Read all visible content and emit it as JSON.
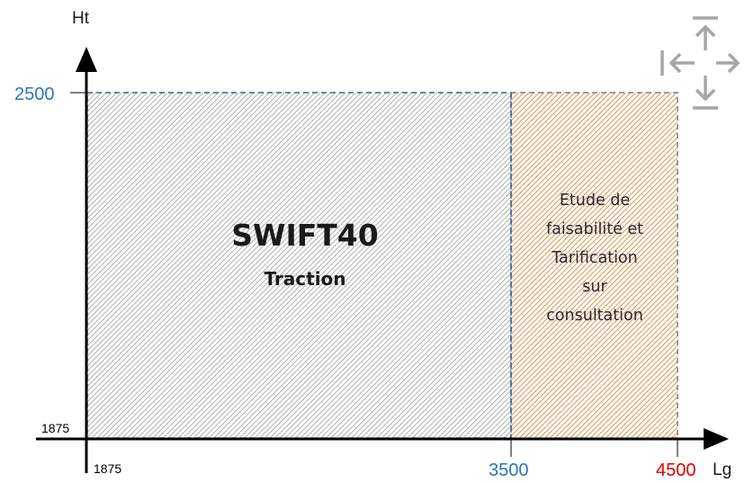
{
  "axes": {
    "y_title": "Ht",
    "x_title": "Lg",
    "y_ticks": [
      {
        "label": "2500",
        "color": "#2e75b6"
      },
      {
        "label": "1875",
        "color": "#000000"
      }
    ],
    "x_ticks": [
      {
        "label": "1875",
        "color": "#000000"
      },
      {
        "label": "3500",
        "color": "#2e75b6"
      },
      {
        "label": "4500",
        "color": "#e00000"
      }
    ]
  },
  "zones": {
    "main": {
      "title": "SWIFT40",
      "subtitle": "Traction",
      "hatch_color": "#9c9c9c",
      "border_color": "#3f5f8f"
    },
    "side": {
      "lines": [
        "Etude de",
        "faisabilité et",
        "Tarification",
        "sur",
        "consultation"
      ],
      "hatch_color": "#d07a2c",
      "border_color": "#7f7f7f"
    }
  },
  "icon": {
    "name": "move-resize-arrows-icon",
    "color": "#a6a6a6"
  }
}
